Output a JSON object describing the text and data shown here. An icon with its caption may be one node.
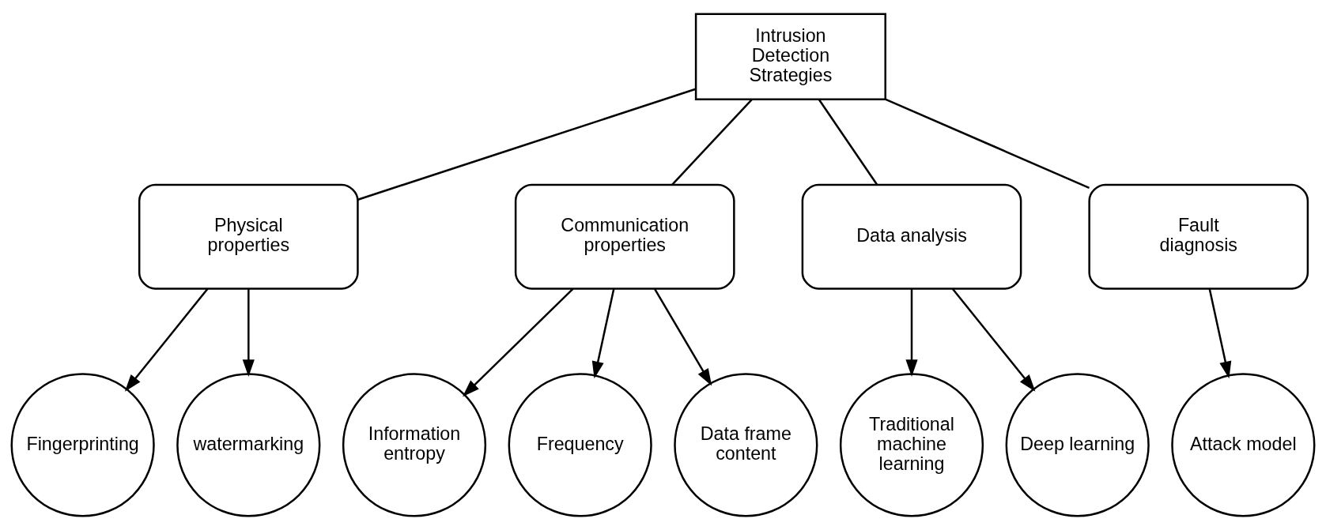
{
  "diagram": {
    "nodes": [
      {
        "text": [
          "Intrusion Detection Strategies"
        ]
      },
      {
        "text": [
          "Physical properties"
        ]
      },
      {
        "text": [
          "Communication properties"
        ]
      },
      {
        "text": [
          "Data analysis"
        ]
      },
      {
        "text": [
          "Fault diagnosis"
        ]
      },
      {
        "text": [
          "Fingerprinting"
        ]
      },
      {
        "text": [
          "watermarking"
        ]
      },
      {
        "text": [
          "Information entropy"
        ]
      },
      {
        "text": [
          "Frequency"
        ]
      },
      {
        "text": [
          "Data frame content"
        ]
      },
      {
        "text": [
          "Traditional machine learning"
        ]
      },
      {
        "text": [
          "Deep learning"
        ]
      },
      {
        "text": [
          "Attack model"
        ]
      }
    ],
    "edges": [
      {
        "from": 0,
        "to": 1,
        "arrow": "none"
      },
      {
        "from": 0,
        "to": 2,
        "arrow": "none"
      },
      {
        "from": 0,
        "to": 3,
        "arrow": "none"
      },
      {
        "from": 0,
        "to": 4,
        "arrow": "none"
      },
      {
        "from": 1,
        "to": 5,
        "arrow": "to"
      },
      {
        "from": 1,
        "to": 6,
        "arrow": "to"
      },
      {
        "from": 2,
        "to": 7,
        "arrow": "to"
      },
      {
        "from": 2,
        "to": 8,
        "arrow": "to"
      },
      {
        "from": 2,
        "to": 9,
        "arrow": "to"
      },
      {
        "from": 3,
        "to": 10,
        "arrow": "to"
      },
      {
        "from": 3,
        "to": 11,
        "arrow": "to"
      },
      {
        "from": 4,
        "to": 12,
        "arrow": "to"
      }
    ]
  }
}
